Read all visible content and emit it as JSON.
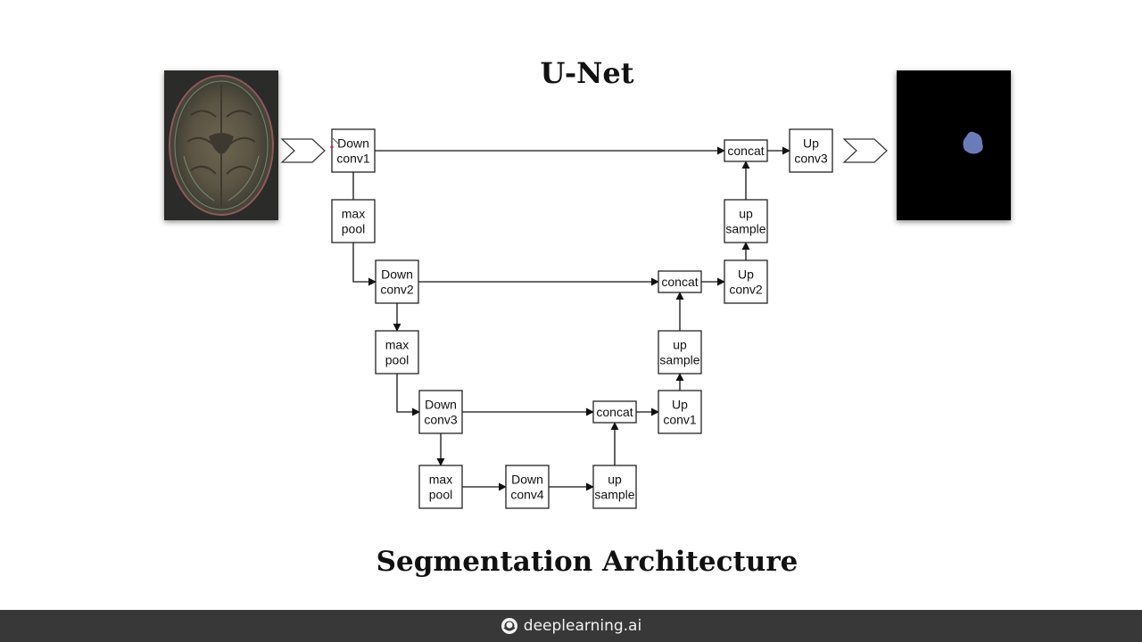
{
  "slide": {
    "title": "U-Net",
    "subtitle": "Segmentation Architecture"
  },
  "nodes": [
    {
      "id": "down1",
      "lines": [
        "Down",
        "conv1"
      ]
    },
    {
      "id": "pool1",
      "lines": [
        "max",
        "pool"
      ]
    },
    {
      "id": "down2",
      "lines": [
        "Down",
        "conv2"
      ]
    },
    {
      "id": "pool2",
      "lines": [
        "max",
        "pool"
      ]
    },
    {
      "id": "down3",
      "lines": [
        "Down",
        "conv3"
      ]
    },
    {
      "id": "pool3",
      "lines": [
        "max",
        "pool"
      ]
    },
    {
      "id": "down4",
      "lines": [
        "Down",
        "conv4"
      ]
    },
    {
      "id": "up_s1",
      "lines": [
        "up",
        "sample"
      ]
    },
    {
      "id": "concat1",
      "lines": [
        "concat"
      ]
    },
    {
      "id": "upc1",
      "lines": [
        "Up",
        "conv1"
      ]
    },
    {
      "id": "up_s2",
      "lines": [
        "up",
        "sample"
      ]
    },
    {
      "id": "concat2",
      "lines": [
        "concat"
      ]
    },
    {
      "id": "upc2",
      "lines": [
        "Up",
        "conv2"
      ]
    },
    {
      "id": "up_s3",
      "lines": [
        "up",
        "sample"
      ]
    },
    {
      "id": "concat3",
      "lines": [
        "concat"
      ]
    },
    {
      "id": "upc3",
      "lines": [
        "Up",
        "conv3"
      ]
    }
  ],
  "edges": [
    {
      "from": "down1",
      "to": "pool1",
      "arrow": false
    },
    {
      "from": "pool1",
      "to": "down2",
      "arrow": true
    },
    {
      "from": "down2",
      "to": "pool2",
      "arrow": true
    },
    {
      "from": "pool2",
      "to": "down3",
      "arrow": true
    },
    {
      "from": "down3",
      "to": "pool3",
      "arrow": true
    },
    {
      "from": "pool3",
      "to": "down4",
      "arrow": true
    },
    {
      "from": "down4",
      "to": "up_s1",
      "arrow": true
    },
    {
      "from": "up_s1",
      "to": "concat1",
      "arrow": true
    },
    {
      "from": "down3",
      "to": "concat1",
      "arrow": true
    },
    {
      "from": "concat1",
      "to": "upc1",
      "arrow": true
    },
    {
      "from": "upc1",
      "to": "up_s2",
      "arrow": true
    },
    {
      "from": "up_s2",
      "to": "concat2",
      "arrow": true
    },
    {
      "from": "down2",
      "to": "concat2",
      "arrow": true
    },
    {
      "from": "concat2",
      "to": "upc2",
      "arrow": true
    },
    {
      "from": "upc2",
      "to": "up_s3",
      "arrow": true
    },
    {
      "from": "up_s3",
      "to": "concat3",
      "arrow": true
    },
    {
      "from": "down1",
      "to": "concat3",
      "arrow": true
    },
    {
      "from": "concat3",
      "to": "upc3",
      "arrow": true
    }
  ],
  "colors": {
    "segmentation_blob": "#6a7cb8",
    "footer_bg": "#383838"
  },
  "footer": {
    "brand": "deeplearning.ai",
    "icon": "deeplearning-logo-icon"
  }
}
